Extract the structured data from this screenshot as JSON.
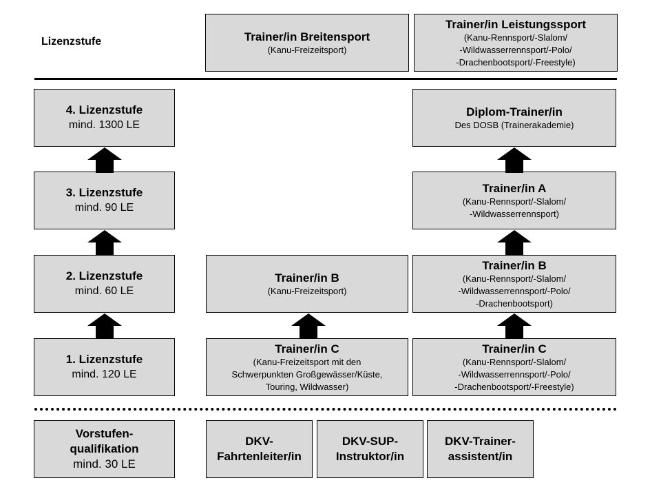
{
  "header_label": "Lizenzstufe",
  "columns": {
    "breitensport": {
      "title": "Trainer/in Breitensport",
      "subtitle": "(Kanu-Freizeitsport)"
    },
    "leistungssport": {
      "title": "Trainer/in Leistungssport",
      "lines": [
        "(Kanu-Rennsport/-Slalom/",
        "-Wildwasserrennsport/-Polo/",
        "-Drachenbootsport/-Freestyle)"
      ]
    }
  },
  "levels": [
    {
      "title": "4. Lizenzstufe",
      "sub": "mind. 1300 LE"
    },
    {
      "title": "3. Lizenzstufe",
      "sub": "mind. 90 LE"
    },
    {
      "title": "2. Lizenzstufe",
      "sub": "mind. 60 LE"
    },
    {
      "title": "1. Lizenzstufe",
      "sub": "mind. 120 LE"
    }
  ],
  "breitensport_boxes": {
    "b": {
      "title": "Trainer/in B",
      "lines": [
        "(Kanu-Freizeitsport)"
      ]
    },
    "c": {
      "title": "Trainer/in C",
      "lines": [
        "(Kanu-Freizeitsport mit den",
        "Schwerpunkten Großgewässer/Küste,",
        "Touring, Wildwasser)"
      ]
    }
  },
  "leistungssport_boxes": {
    "diplom": {
      "title": "Diplom-Trainer/in",
      "lines": [
        "Des DOSB (Trainerakademie)"
      ]
    },
    "a": {
      "title": "Trainer/in A",
      "lines": [
        "(Kanu-Rennsport/-Slalom/",
        "-Wildwasserrennsport)"
      ]
    },
    "b": {
      "title": "Trainer/in B",
      "lines": [
        "(Kanu-Rennsport/-Slalom/",
        "-Wildwasserrennsport/-Polo/",
        "-Drachenbootsport)"
      ]
    },
    "c": {
      "title": "Trainer/in C",
      "lines": [
        "(Kanu-Rennsport/-Slalom/",
        "-Wildwasserrennsport/-Polo/",
        "-Drachenbootsport/-Freestyle)"
      ]
    }
  },
  "prestage": {
    "lines": [
      "Vorstufen-",
      "qualifikation",
      "mind. 30 LE"
    ]
  },
  "dkv_boxes": [
    {
      "lines": [
        "DKV-",
        "Fahrtenleiter/in"
      ]
    },
    {
      "lines": [
        "DKV-SUP-",
        "Instruktor/in"
      ]
    },
    {
      "lines": [
        "DKV-Trainer-",
        "assistent/in"
      ]
    }
  ],
  "colors": {
    "box_fill": "#d9d9d9",
    "line": "#000000",
    "arrow": "#000000"
  }
}
